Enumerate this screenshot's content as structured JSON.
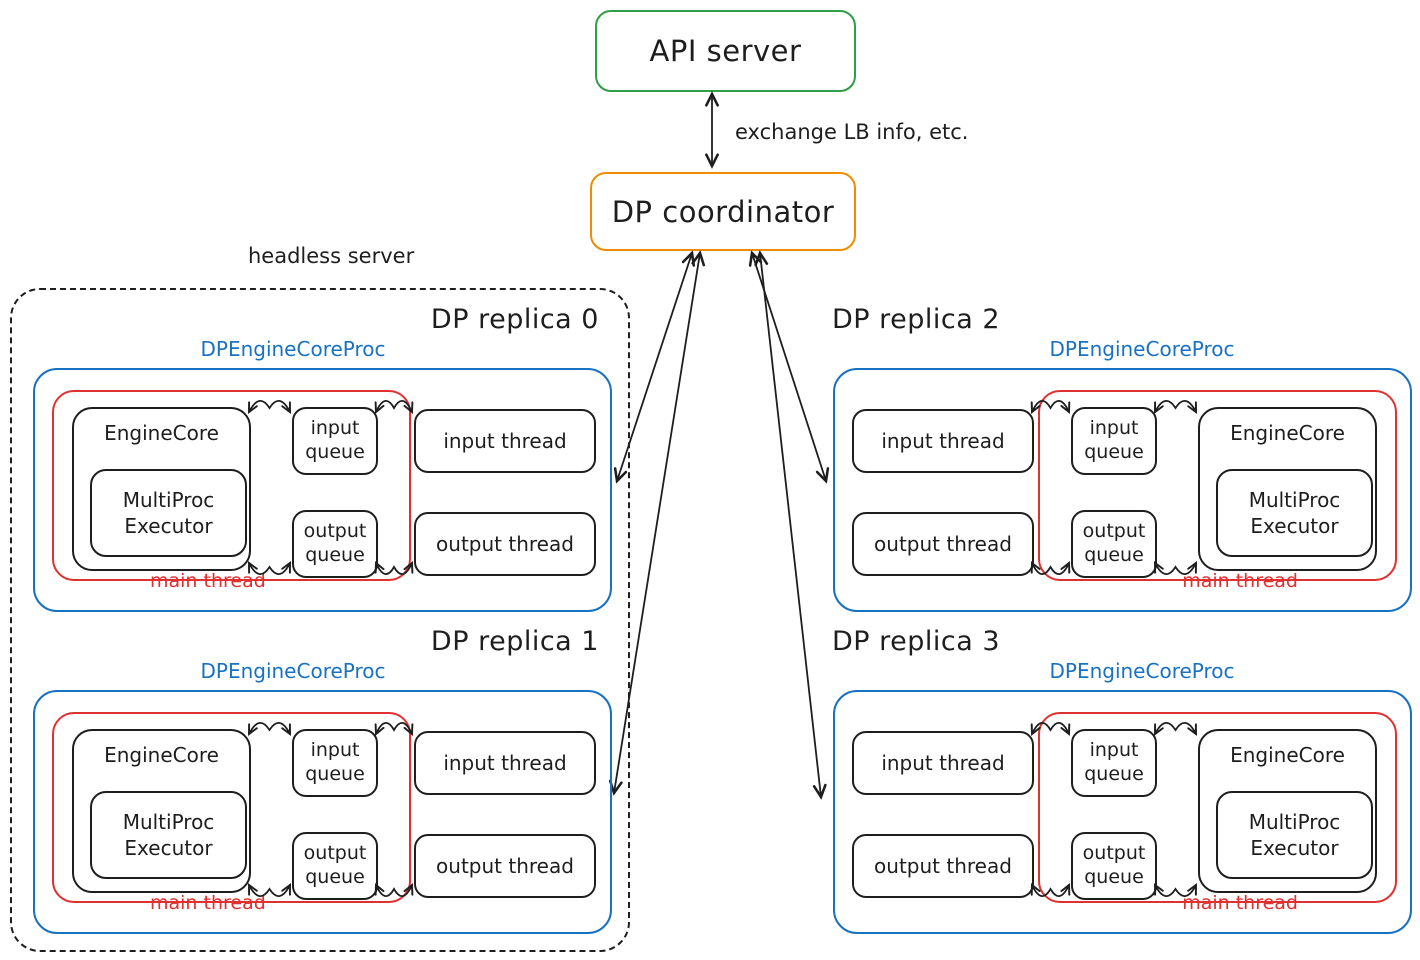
{
  "colors": {
    "green": "#2f9e44",
    "orange": "#f08c00",
    "blue": "#1971c2",
    "red": "#e03131",
    "ink": "#1e1e1e"
  },
  "top": {
    "api_server": "API server",
    "dp_coordinator": "DP coordinator",
    "link_label": "exchange LB info, etc."
  },
  "headless_label": "headless server",
  "labels": {
    "proc": "DPEngineCoreProc",
    "main_thread": "main thread",
    "engine_core": "EngineCore",
    "executor": "MultiProc Executor",
    "input_queue": "input queue",
    "output_queue": "output queue",
    "input_thread": "input thread",
    "output_thread": "output thread"
  },
  "replicas": [
    {
      "title": "DP replica 0",
      "mirrored": false
    },
    {
      "title": "DP replica 1",
      "mirrored": false
    },
    {
      "title": "DP replica 2",
      "mirrored": true
    },
    {
      "title": "DP replica 3",
      "mirrored": true
    }
  ]
}
